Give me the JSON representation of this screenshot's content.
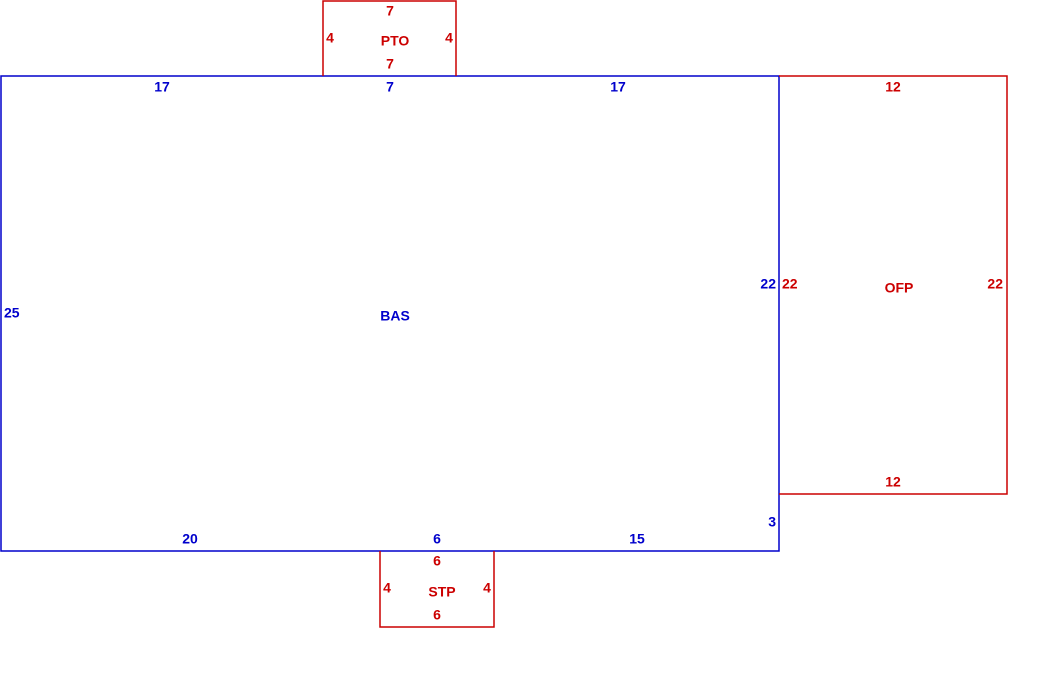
{
  "colors": {
    "main": "#0000cc",
    "addition": "#cc0000"
  },
  "areas": {
    "bas": {
      "label": "BAS",
      "top_left": "17",
      "top_mid": "7",
      "top_right": "17",
      "left": "25",
      "right_upper": "22",
      "right_lower": "3",
      "bottom_left": "20",
      "bottom_mid": "6",
      "bottom_right": "15"
    },
    "pto": {
      "label": "PTO",
      "top": "7",
      "bottom": "7",
      "left": "4",
      "right": "4"
    },
    "ofp": {
      "label": "OFP",
      "top": "12",
      "bottom": "12",
      "left": "22",
      "right": "22"
    },
    "stp": {
      "label": "STP",
      "top": "6",
      "bottom": "6",
      "left": "4",
      "right": "4"
    }
  }
}
